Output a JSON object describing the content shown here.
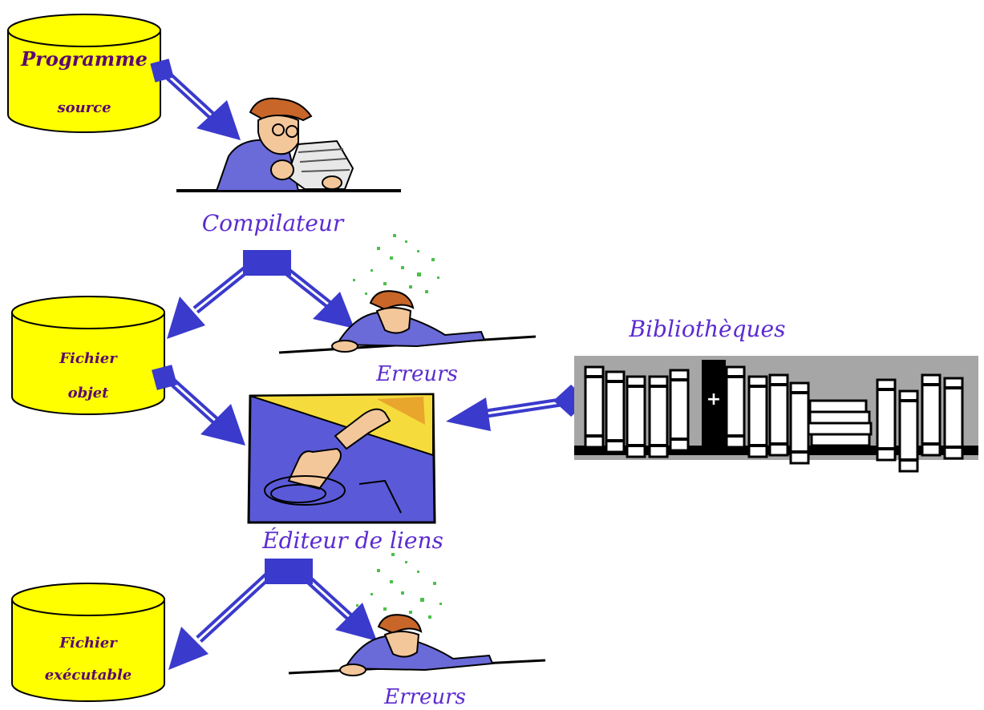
{
  "diagram": {
    "databases": {
      "source": {
        "line1": "Programme",
        "line2": "source"
      },
      "object": {
        "line1": "Fichier",
        "line2": "objet"
      },
      "executable": {
        "line1": "Fichier",
        "line2": "exécutable"
      }
    },
    "labels": {
      "compiler": "Compilateur",
      "errors_1": "Erreurs",
      "linker": "Éditeur de liens",
      "errors_2": "Erreurs",
      "libraries": "Bibliothèques"
    },
    "colors": {
      "cylinder_fill": "#ffff00",
      "arrow": "#3a3acc",
      "label_text": "#5b2bd0",
      "cylinder_text": "#5a0a6e"
    }
  }
}
